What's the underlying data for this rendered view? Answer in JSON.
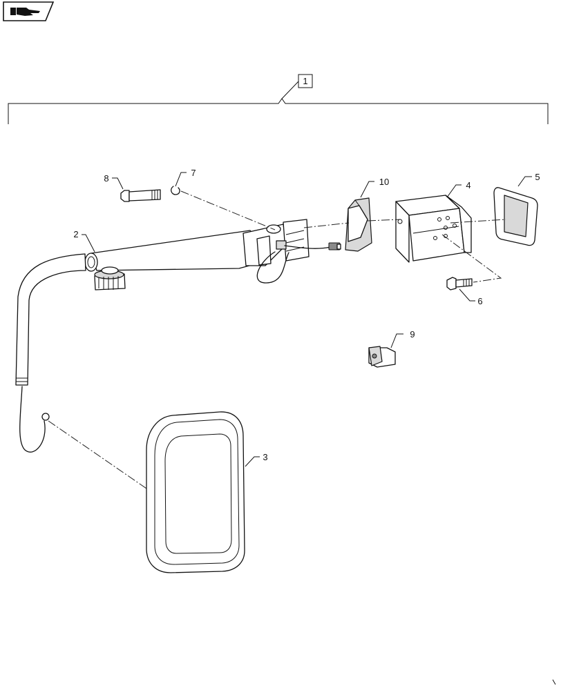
{
  "nav_icon": "hand-pointer-icon",
  "assembly_callout": "1",
  "callouts": {
    "c2": "2",
    "c3": "3",
    "c4": "4",
    "c5": "5",
    "c6": "6",
    "c7": "7",
    "c8": "8",
    "c9": "9",
    "c10": "10"
  }
}
